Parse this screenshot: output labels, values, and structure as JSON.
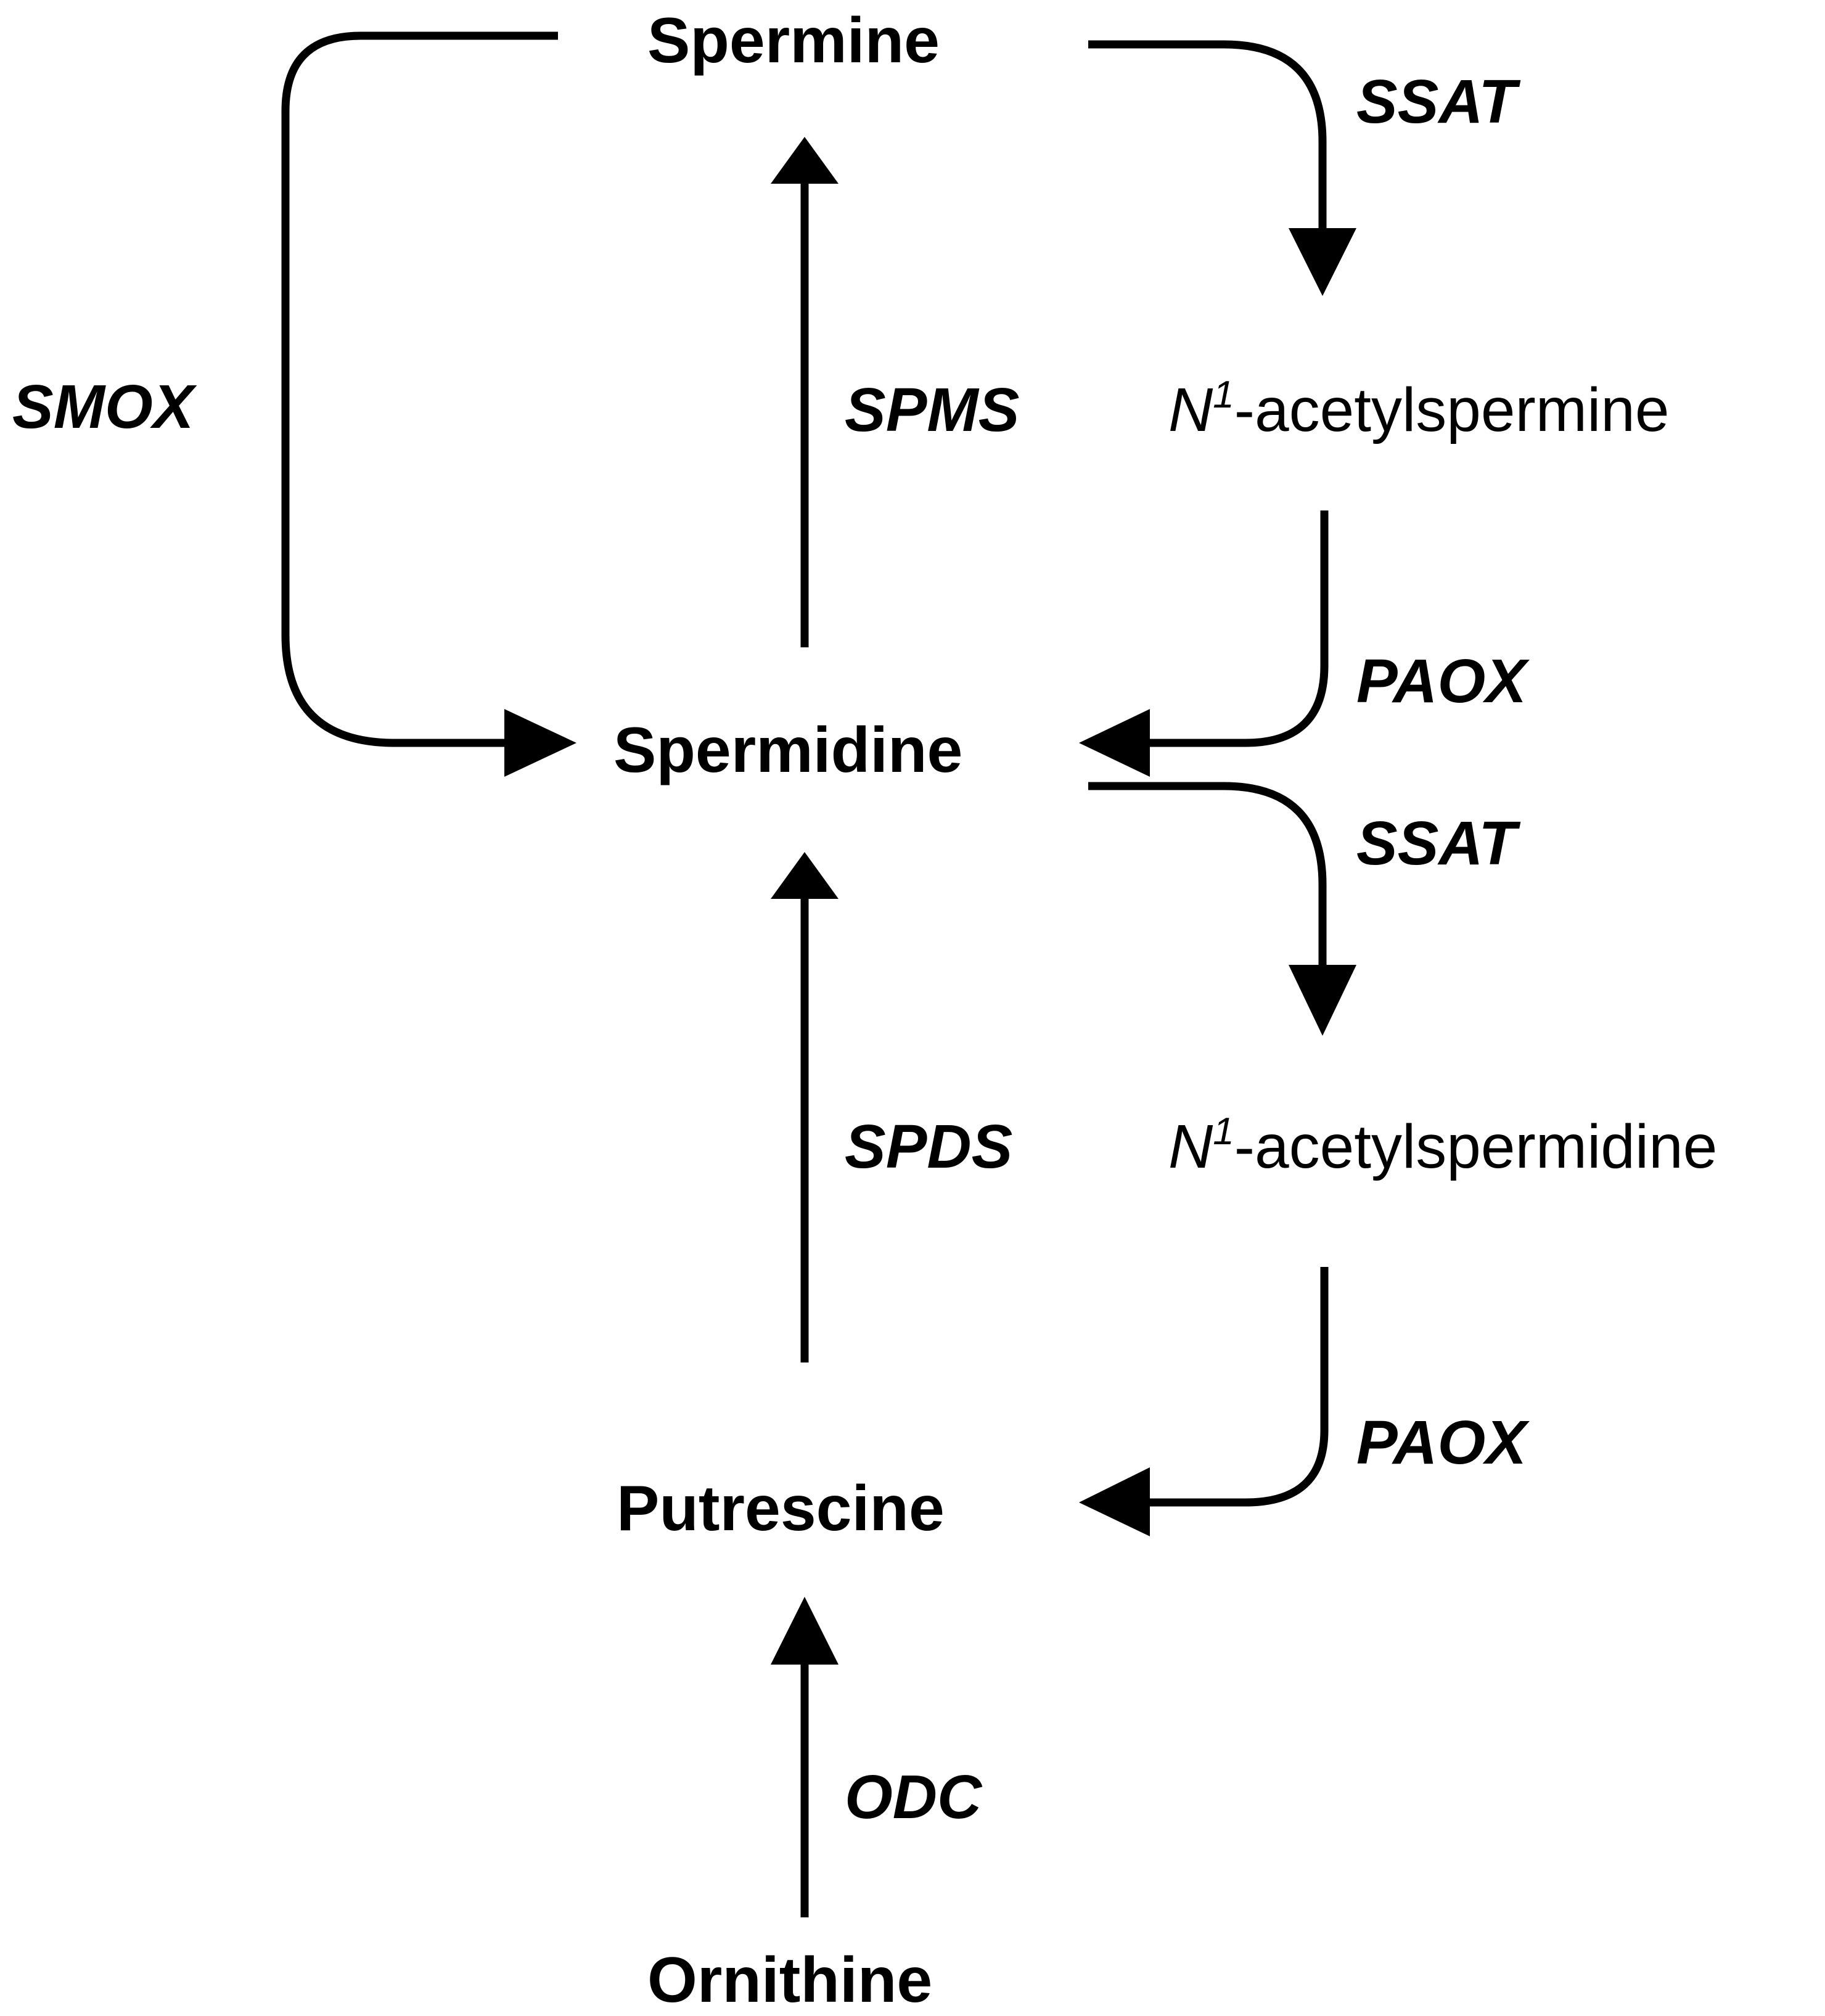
{
  "metabolites": {
    "spermine": "Spermine",
    "spermidine": "Spermidine",
    "putrescine": "Putrescine",
    "ornithine": "Ornithine",
    "acetylspermine": {
      "prefix": "N",
      "superscript": "1",
      "suffix": "-acetylspermine"
    },
    "acetylspermidine": {
      "prefix": "N",
      "superscript": "1",
      "suffix": "-acetylspermidine"
    }
  },
  "enzymes": {
    "smox": "SMOX",
    "spms": "SPMS",
    "ssat_spermine": "SSAT",
    "paox_spermine": "PAOX",
    "ssat_spermidine": "SSAT",
    "spds": "SPDS",
    "paox_spermidine": "PAOX",
    "odc": "ODC"
  },
  "colors": {
    "line": "#000000",
    "background": "#ffffff"
  }
}
